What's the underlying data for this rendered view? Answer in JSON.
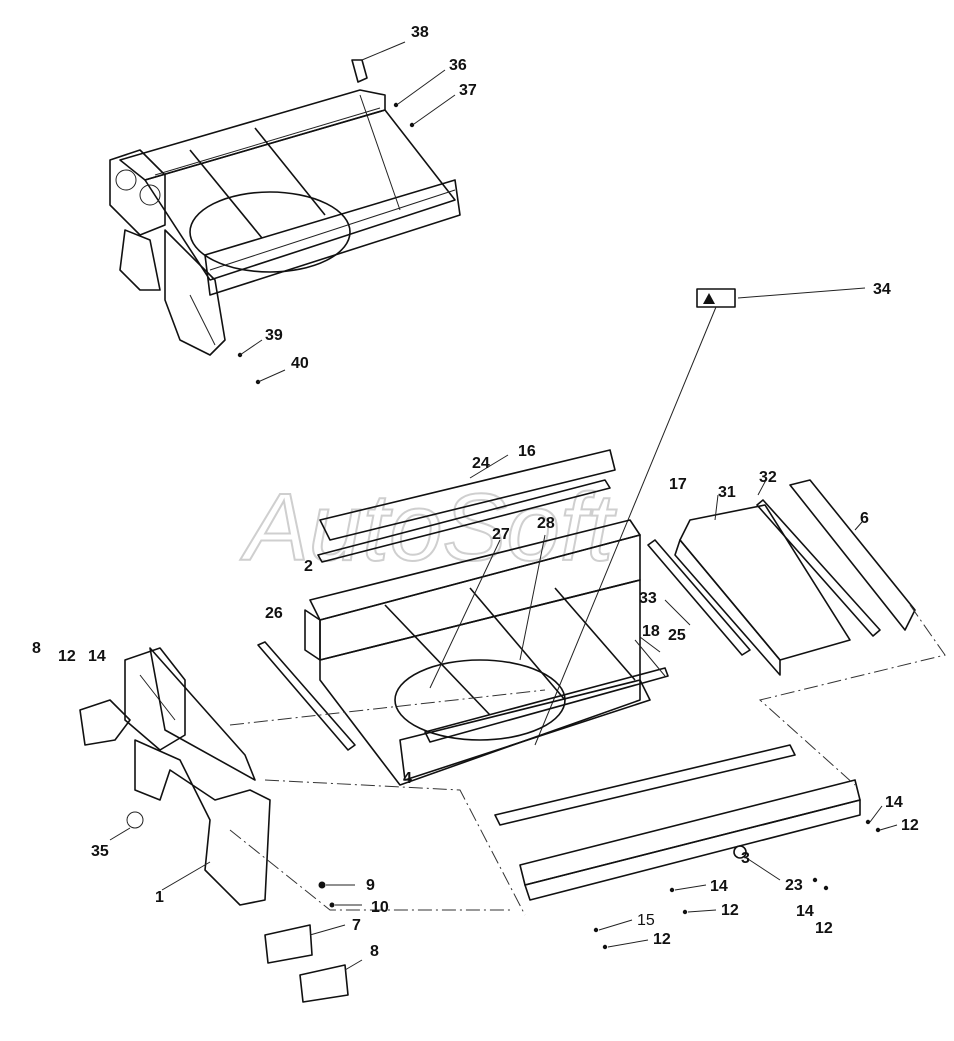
{
  "watermark": "AutoSoft",
  "callouts": {
    "c38": "38",
    "c36": "36",
    "c37": "37",
    "c34": "34",
    "c39": "39",
    "c40": "40",
    "c16": "16",
    "c24": "24",
    "c17": "17",
    "c31": "31",
    "c32": "32",
    "c6": "6",
    "c27": "27",
    "c28": "28",
    "c2": "2",
    "c26": "26",
    "c33": "33",
    "c18": "18",
    "c25": "25",
    "c8a": "8",
    "c12a": "12",
    "c14a": "14",
    "c35": "35",
    "c4": "4",
    "c1": "1",
    "c9": "9",
    "c10": "10",
    "c7": "7",
    "c8b": "8",
    "c14b": "14",
    "c12b": "12",
    "c3": "3",
    "c23": "23",
    "c14c": "14",
    "c12c": "12",
    "c14d": "14",
    "c12d": "12",
    "c15": "15",
    "c12e": "12"
  }
}
